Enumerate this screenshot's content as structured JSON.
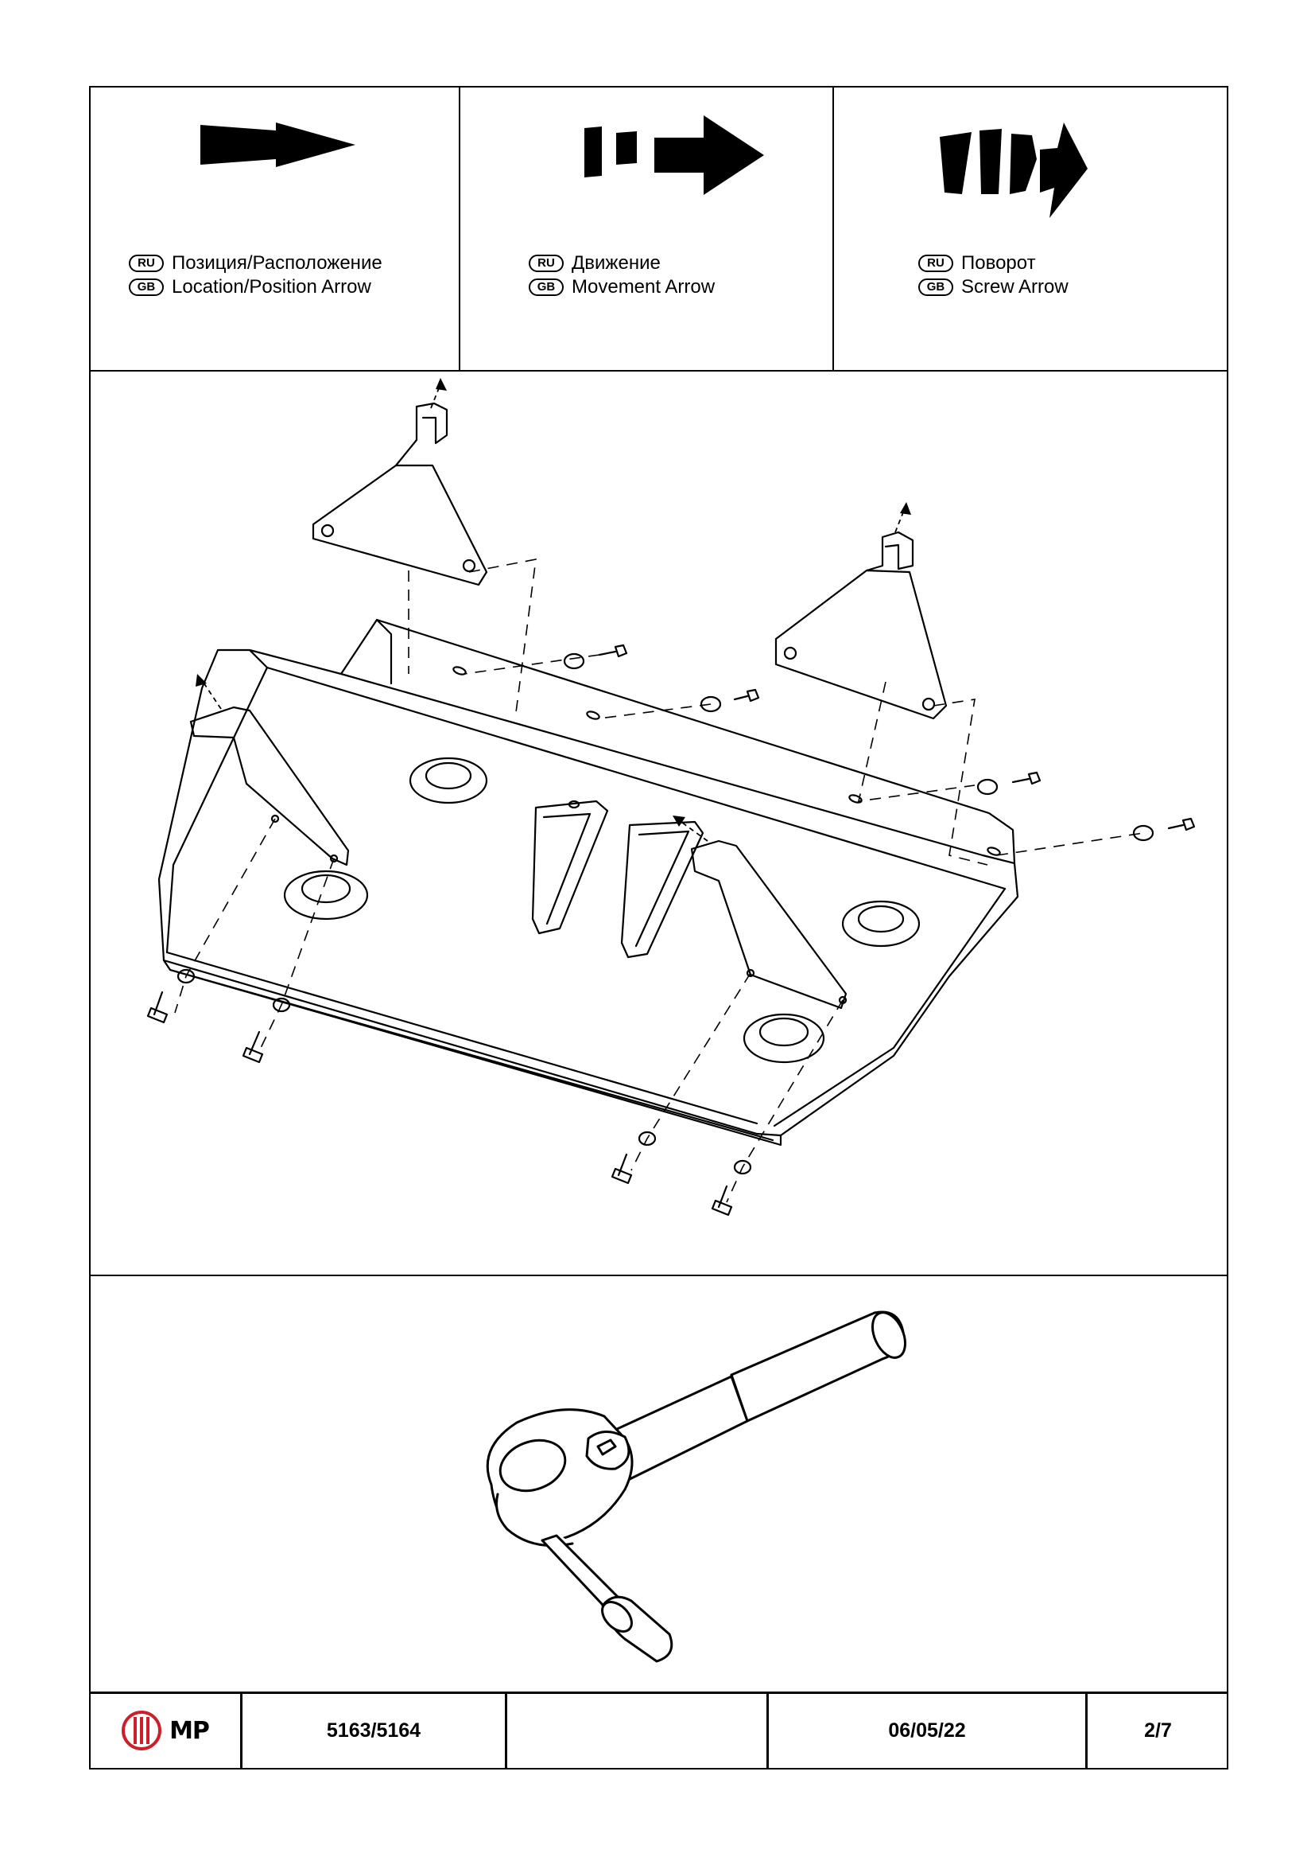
{
  "legend": [
    {
      "ru_badge": "RU",
      "gb_badge": "GB",
      "ru": "Позиция/Расположение",
      "gb": "Location/Position Arrow",
      "icon": "location-position-arrow"
    },
    {
      "ru_badge": "RU",
      "gb_badge": "GB",
      "ru": "Движение",
      "gb": "Movement Arrow",
      "icon": "movement-arrow"
    },
    {
      "ru_badge": "RU",
      "gb_badge": "GB",
      "ru": "Поворот",
      "gb": "Screw Arrow",
      "icon": "screw-arrow"
    }
  ],
  "illustrations": {
    "assembly": "skid-plate-with-brackets",
    "tool": "ratchet-wrench"
  },
  "footer": {
    "logo_text": "MP",
    "logo_color": "#cc1f2a",
    "part_number": "5163/5164",
    "blank": "",
    "date": "06/05/22",
    "page": "2/7"
  }
}
